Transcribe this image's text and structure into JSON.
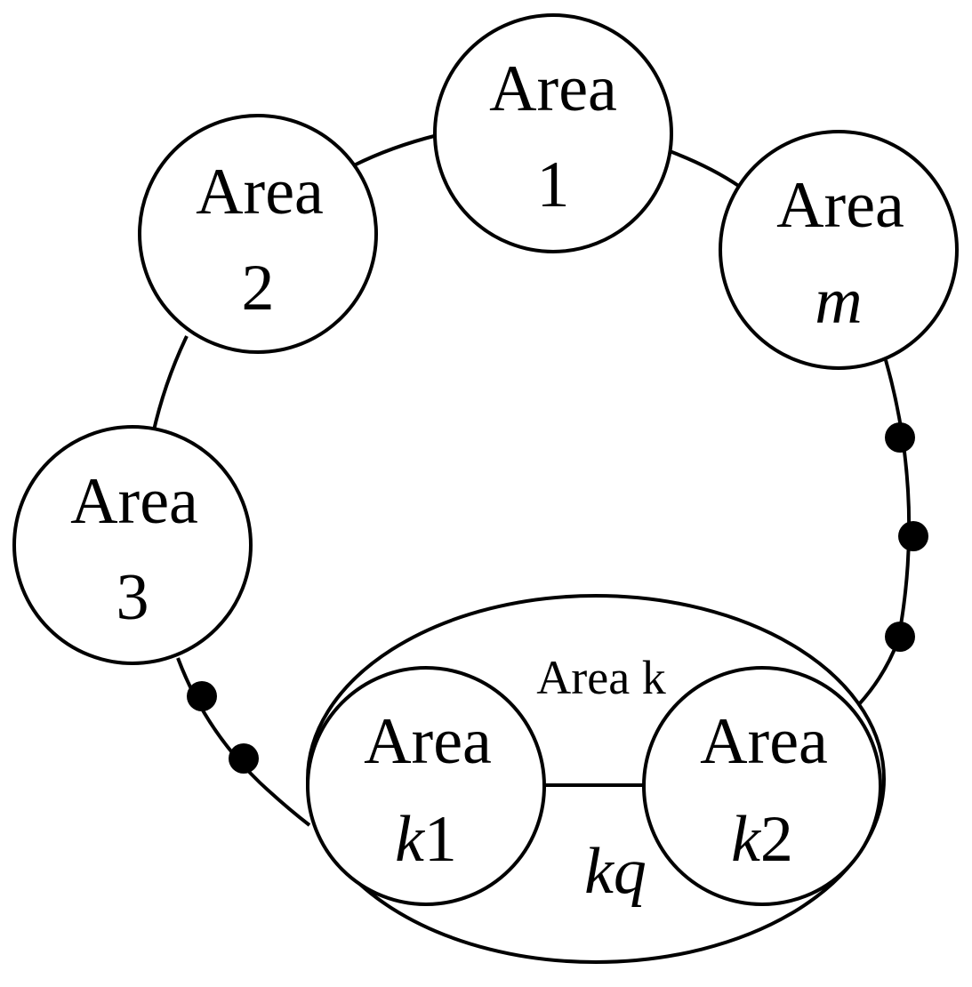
{
  "diagram": {
    "areas": [
      {
        "id": "area-1",
        "line1": "Area",
        "line2": "1"
      },
      {
        "id": "area-2",
        "line1": "Area",
        "line2": "2"
      },
      {
        "id": "area-3",
        "line1": "Area",
        "line2": "3"
      },
      {
        "id": "area-m",
        "line1": "Area",
        "line2": "m"
      },
      {
        "id": "area-k1",
        "line1": "Area",
        "line2_var": "k",
        "line2_num": "1"
      },
      {
        "id": "area-k2",
        "line1": "Area",
        "line2_var": "k",
        "line2_num": "2"
      }
    ],
    "group_label": "Area k",
    "link_label": "kq",
    "colors": {
      "stroke": "#000000",
      "background": "#ffffff"
    }
  }
}
